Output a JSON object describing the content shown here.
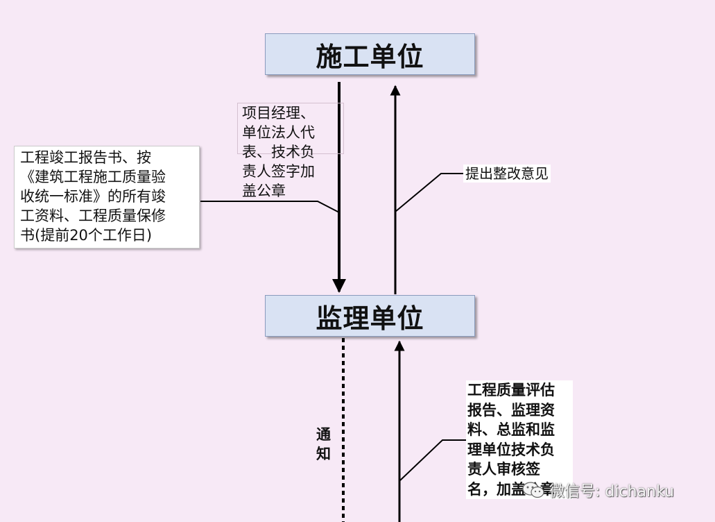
{
  "nodes": {
    "top": "施工单位",
    "middle": "监理单位"
  },
  "notes": {
    "left": "工程竣工报告书、按\n《建筑工程施工质量验\n收统一标准》的所有竣\n工资料、工程质量保修\n书(提前20个工作日)",
    "signature": "项目经理、\n单位法人代\n表、技术负\n责人签字加\n盖公章",
    "rectify": "提出整改意见",
    "notify": "通\n知",
    "evaluation": "工程质量评估\n报告、监理资\n料、总监和监\n理单位技术负\n责人审核签\n名，加盖公章"
  },
  "watermark": {
    "text": "微信号: dichanku",
    "icon": "wechat-icon"
  }
}
